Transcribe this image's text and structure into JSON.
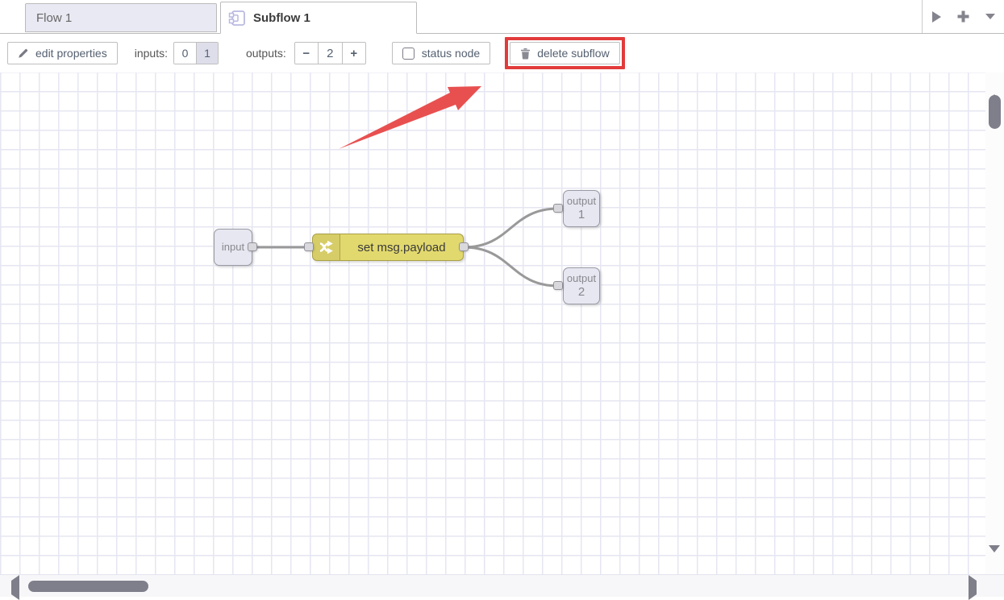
{
  "tab_bar": {
    "flow_tab_label": "Flow 1",
    "subflow_tab_label": "Subflow 1"
  },
  "toolbar": {
    "edit_properties_label": "edit properties",
    "inputs_label": "inputs:",
    "inputs_options": [
      "0",
      "1"
    ],
    "inputs_selected": "1",
    "outputs_label": "outputs:",
    "outputs_minus_glyph": "−",
    "outputs_value": "2",
    "outputs_plus_glyph": "+",
    "status_node_label": "status node",
    "delete_subflow_label": "delete subflow"
  },
  "canvas": {
    "nodes": {
      "input": {
        "label": "input"
      },
      "change": {
        "label": "set msg.payload"
      },
      "output1": {
        "label": "output",
        "number": "1"
      },
      "output2": {
        "label": "output",
        "number": "2"
      }
    }
  },
  "annotation": {
    "highlighted_button": "delete subflow"
  },
  "colors": {
    "annotation_red": "#e23b3b",
    "arrow_red": "#e85050",
    "change_node_yellow": "#e2d96e",
    "endpoint_node_fill": "#e7e7f1",
    "selected_segment_fill": "#dedeeb",
    "wire_grey": "#999999",
    "grid_line": "#e6e6f2",
    "scrollbar_grey": "#7f7f8b"
  }
}
